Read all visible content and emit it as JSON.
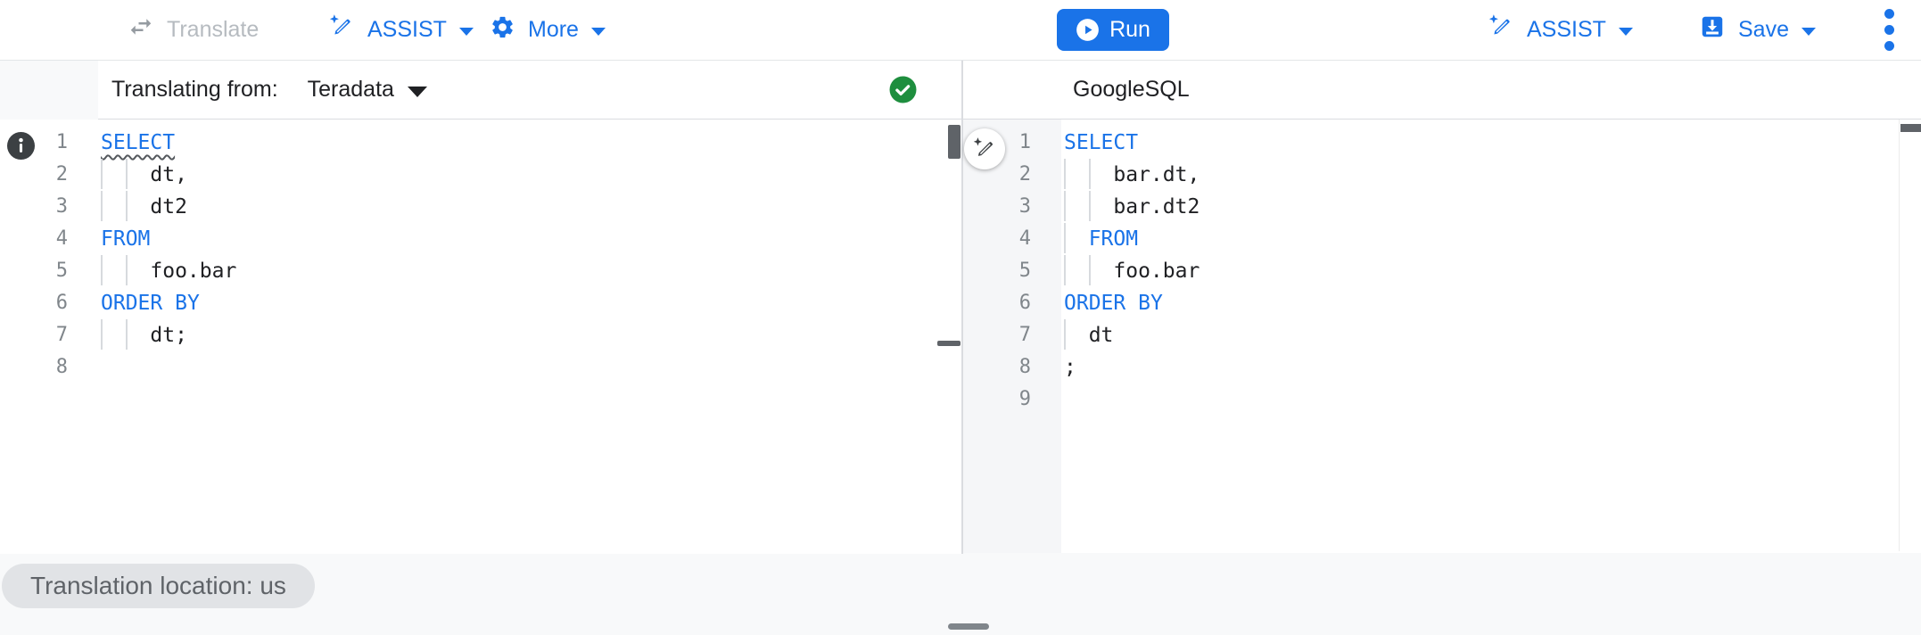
{
  "toolbar": {
    "translate_label": "Translate",
    "assist_label": "ASSIST",
    "more_label": "More",
    "run_label": "Run",
    "assist_right_label": "ASSIST",
    "save_label": "Save"
  },
  "left_panel": {
    "header_prefix": "Translating from:",
    "source_dialect": "Teradata",
    "code_lines": [
      "SELECT",
      "    dt,",
      "    dt2",
      "FROM",
      "    foo.bar",
      "ORDER BY",
      "    dt;",
      ""
    ],
    "wavy_underline_line": 1
  },
  "right_panel": {
    "header_label": "GoogleSQL",
    "code_lines": [
      "SELECT",
      "    bar.dt,",
      "    bar.dt2",
      "  FROM",
      "    foo.bar",
      "ORDER BY",
      "  dt",
      ";",
      ""
    ]
  },
  "footer": {
    "location_chip": "Translation location: us"
  },
  "syntax_keywords": [
    "SELECT",
    "FROM",
    "ORDER",
    "BY"
  ],
  "icons": {
    "translate": "swap-arrows-icon",
    "assist": "magic-pen-icon",
    "more": "gear-icon",
    "run": "play-circle-icon",
    "save": "save-download-icon",
    "overflow_menu": "kebab-menu-icon",
    "left_gutter_marker": "info-icon",
    "left_header_status": "check-circle-icon",
    "floating_button": "magic-pen-icon"
  },
  "colors": {
    "accent_blue": "#1a73e8",
    "keyword_blue": "#1a73e8",
    "success_green": "#1e8e3e",
    "disabled_gray": "#b6bbc0",
    "text_dark": "#202124",
    "line_number_gray": "#80868b"
  }
}
